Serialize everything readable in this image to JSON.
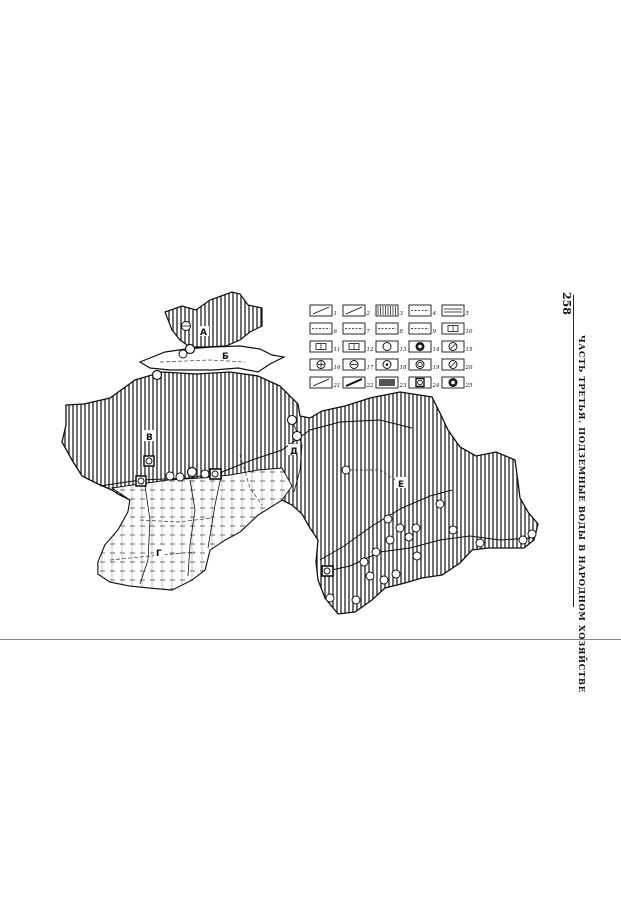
{
  "page": {
    "number": "258",
    "running_head": "ЧАСТЬ ТРЕТЬЯ. ПОДЗЕМНЫЕ ВОДЫ В НАРОДНОМ ХОЗЯЙСТВЕ"
  },
  "map": {
    "zone_labels": [
      "А",
      "Б",
      "В",
      "Г",
      "Д",
      "Е"
    ],
    "legend": {
      "items": [
        {
          "num": "1",
          "symbol": "diag-line"
        },
        {
          "num": "2",
          "symbol": "arrow-line"
        },
        {
          "num": "3",
          "symbol": "vertical-hatch"
        },
        {
          "num": "4",
          "symbol": "label-3"
        },
        {
          "num": "5",
          "symbol": "double-rule"
        },
        {
          "num": "6",
          "symbol": "dash-3"
        },
        {
          "num": "7",
          "symbol": "dash-2"
        },
        {
          "num": "8",
          "symbol": "dot-5"
        },
        {
          "num": "9",
          "symbol": "dash-2"
        },
        {
          "num": "10",
          "symbol": "box-10"
        },
        {
          "num": "11",
          "symbol": "fraction"
        },
        {
          "num": "12",
          "symbol": "bar-grid"
        },
        {
          "num": "13",
          "symbol": "circle-open"
        },
        {
          "num": "14",
          "symbol": "circle-filled-ring"
        },
        {
          "num": "15",
          "symbol": "circle-slash"
        },
        {
          "num": "16",
          "symbol": "circle-cross"
        },
        {
          "num": "17",
          "symbol": "circle-hatch"
        },
        {
          "num": "18",
          "symbol": "circle-dot"
        },
        {
          "num": "19",
          "symbol": "circle-ring"
        },
        {
          "num": "20",
          "symbol": "circle-arrow"
        },
        {
          "num": "21",
          "symbol": "diag-line"
        },
        {
          "num": "22",
          "symbol": "bold-diag"
        },
        {
          "num": "23",
          "symbol": "shaded-box"
        },
        {
          "num": "24",
          "symbol": "square-circle"
        },
        {
          "num": "25",
          "symbol": "circle-heavy"
        }
      ]
    }
  },
  "colors": {
    "ink": "#111111",
    "paper": "#ffffff",
    "rule": "#888888"
  }
}
